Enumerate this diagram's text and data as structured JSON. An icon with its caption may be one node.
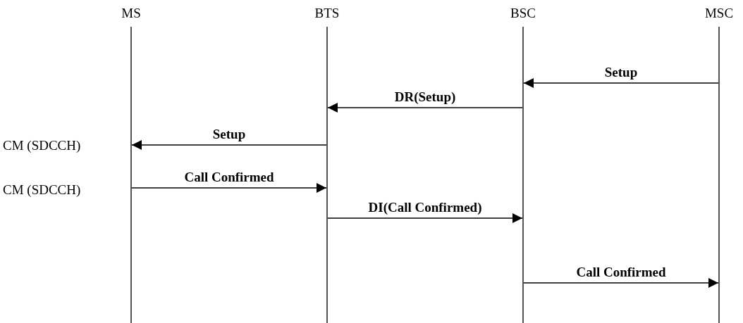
{
  "diagram": {
    "nodes": [
      {
        "text": [
          "MS"
        ]
      },
      {
        "text": [
          "BTS"
        ]
      },
      {
        "text": [
          "BSC"
        ]
      },
      {
        "text": [
          "MSC"
        ]
      }
    ],
    "edges": [
      {
        "from": 3,
        "to": 2,
        "arrow": "to",
        "label": "Setup"
      },
      {
        "from": 2,
        "to": 1,
        "arrow": "to",
        "label": "DR(Setup)"
      },
      {
        "from": 1,
        "to": 0,
        "arrow": "to",
        "label": "Setup"
      },
      {
        "from": 0,
        "to": 1,
        "arrow": "to",
        "label": "Call Confirmed"
      },
      {
        "from": 1,
        "to": 2,
        "arrow": "to",
        "label": "DI(Call Confirmed)"
      },
      {
        "from": 2,
        "to": 3,
        "arrow": "to",
        "label": "Call Confirmed"
      }
    ],
    "labels": [
      "CM (SDCCH)",
      "CM (SDCCH)"
    ]
  }
}
